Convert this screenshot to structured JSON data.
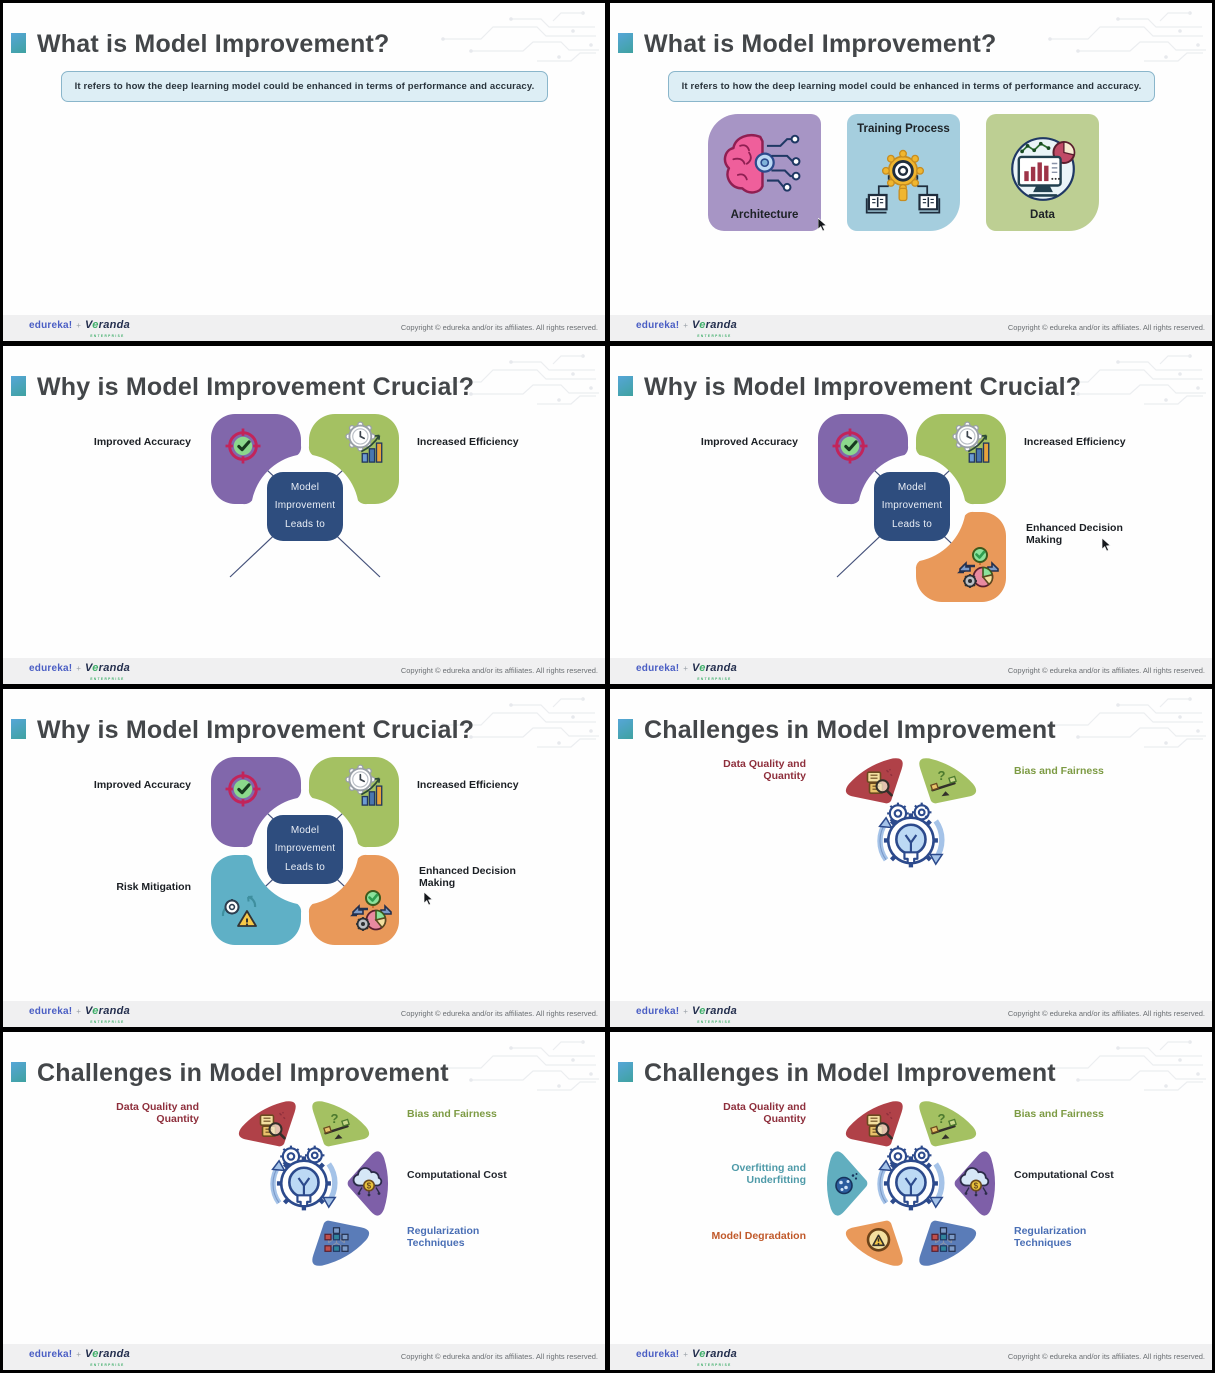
{
  "window": {
    "background": "#000000",
    "grid": "2x4 slide frames"
  },
  "footer": {
    "brand": "edureka!",
    "plus": "+",
    "partner": "Veranda",
    "partner_accent": "e",
    "partner_prefix": "V",
    "partner_suffix": "randa",
    "partner_sub": "ENTERPRISE",
    "copyright": "Copyright © edureka and/or its affiliates. All rights reserved."
  },
  "colors": {
    "title_text": "#434649",
    "title_bullet_gradient": [
      "#56a6d8",
      "#3fa2a0"
    ],
    "info_box_fill": "#ddeef5",
    "info_box_border": "#8ab6cb",
    "center_box_fill": "#2e4d7e",
    "petal_purple": "#8167ab",
    "petal_green": "#a4c162",
    "petal_teal": "#5fb0c6",
    "petal_orange": "#e9995a",
    "blade_red": "#b04148",
    "blade_green": "#a4c162",
    "blade_purple": "#7e5fa8",
    "blade_blue": "#5a7cb8",
    "blade_orange": "#e9995a",
    "blade_teal": "#61aebf",
    "card_purple": "#a795c5",
    "card_blue": "#a5cede",
    "card_green": "#bdcf93"
  },
  "slides": [
    {
      "title": "What is Model Improvement?",
      "definition": "It refers to how the deep learning model could be enhanced in terms of performance and accuracy."
    },
    {
      "title": "What is Model Improvement?",
      "definition": "It refers to how the deep learning model could be enhanced in terms of performance and accuracy.",
      "cards": [
        {
          "label": "Architecture",
          "icon": "brain-circuit-icon",
          "color": "#a795c5"
        },
        {
          "label": "Training Process",
          "icon": "gear-books-icon",
          "color": "#a5cede"
        },
        {
          "label": "Data",
          "icon": "monitor-chart-icon",
          "color": "#bdcf93"
        }
      ]
    },
    {
      "title": "Why is Model Improvement Crucial?",
      "center": {
        "lines": [
          "Model",
          "Improvement",
          "Leads to"
        ]
      },
      "items": [
        {
          "label": "Improved Accuracy",
          "icon": "target-check-icon",
          "petal_color": "#8167ab",
          "position": "top-left"
        },
        {
          "label": "Increased Efficiency",
          "icon": "clock-growth-icon",
          "petal_color": "#a4c162",
          "position": "top-right"
        }
      ]
    },
    {
      "title": "Why is Model Improvement Crucial?",
      "center": {
        "lines": [
          "Model",
          "Improvement",
          "Leads to"
        ]
      },
      "items": [
        {
          "label": "Improved Accuracy",
          "icon": "target-check-icon",
          "petal_color": "#8167ab",
          "position": "top-left"
        },
        {
          "label": "Increased Efficiency",
          "icon": "clock-growth-icon",
          "petal_color": "#a4c162",
          "position": "top-right"
        },
        {
          "label": "Enhanced Decision Making",
          "icon": "decision-paths-icon",
          "petal_color": "#e9995a",
          "position": "bottom-right"
        }
      ]
    },
    {
      "title": "Why is Model Improvement Crucial?",
      "center": {
        "lines": [
          "Model",
          "Improvement",
          "Leads to"
        ]
      },
      "items": [
        {
          "label": "Improved Accuracy",
          "icon": "target-check-icon",
          "petal_color": "#8167ab",
          "position": "top-left"
        },
        {
          "label": "Increased Efficiency",
          "icon": "clock-growth-icon",
          "petal_color": "#a4c162",
          "position": "top-right"
        },
        {
          "label": "Risk Mitigation",
          "icon": "gear-warning-icon",
          "petal_color": "#5fb0c6",
          "position": "bottom-left"
        },
        {
          "label": "Enhanced Decision Making",
          "icon": "decision-paths-icon",
          "petal_color": "#e9995a",
          "position": "bottom-right"
        }
      ]
    },
    {
      "title": "Challenges in Model Improvement",
      "items": [
        {
          "label": "Data Quality and Quantity",
          "icon": "magnifier-data-icon",
          "blade_color": "#b04148",
          "label_color": "#8e2f3c",
          "position": "top-left"
        },
        {
          "label": "Bias and Fairness",
          "icon": "balance-question-icon",
          "blade_color": "#a4c162",
          "label_color": "#7d9b44",
          "position": "top-right"
        }
      ]
    },
    {
      "title": "Challenges in Model Improvement",
      "items": [
        {
          "label": "Data Quality and Quantity",
          "icon": "magnifier-data-icon",
          "blade_color": "#b04148",
          "label_color": "#8e2f3c",
          "position": "top-left"
        },
        {
          "label": "Bias and Fairness",
          "icon": "balance-question-icon",
          "blade_color": "#a4c162",
          "label_color": "#7d9b44",
          "position": "top-right"
        },
        {
          "label": "Computational Cost",
          "icon": "cloud-cost-icon",
          "blade_color": "#7e5fa8",
          "label_color": "#23272e",
          "position": "right"
        },
        {
          "label": "Regularization Techniques",
          "icon": "network-nodes-icon",
          "blade_color": "#5a7cb8",
          "label_color": "#4a6fb5",
          "position": "bottom-right"
        }
      ]
    },
    {
      "title": "Challenges in Model Improvement",
      "items": [
        {
          "label": "Data Quality and Quantity",
          "icon": "magnifier-data-icon",
          "blade_color": "#b04148",
          "label_color": "#8e2f3c",
          "position": "top-left"
        },
        {
          "label": "Bias and Fairness",
          "icon": "balance-question-icon",
          "blade_color": "#a4c162",
          "label_color": "#7d9b44",
          "position": "top-right"
        },
        {
          "label": "Computational Cost",
          "icon": "cloud-cost-icon",
          "blade_color": "#7e5fa8",
          "label_color": "#23272e",
          "position": "right"
        },
        {
          "label": "Regularization Techniques",
          "icon": "network-nodes-icon",
          "blade_color": "#5a7cb8",
          "label_color": "#4a6fb5",
          "position": "bottom-right"
        },
        {
          "label": "Model Degradation",
          "icon": "gauge-warning-icon",
          "blade_color": "#e9995a",
          "label_color": "#c0592a",
          "position": "bottom-left"
        },
        {
          "label": "Overfitting and Underfitting",
          "icon": "scatter-dots-icon",
          "blade_color": "#61aebf",
          "label_color": "#4e9aa8",
          "position": "left"
        }
      ]
    }
  ]
}
